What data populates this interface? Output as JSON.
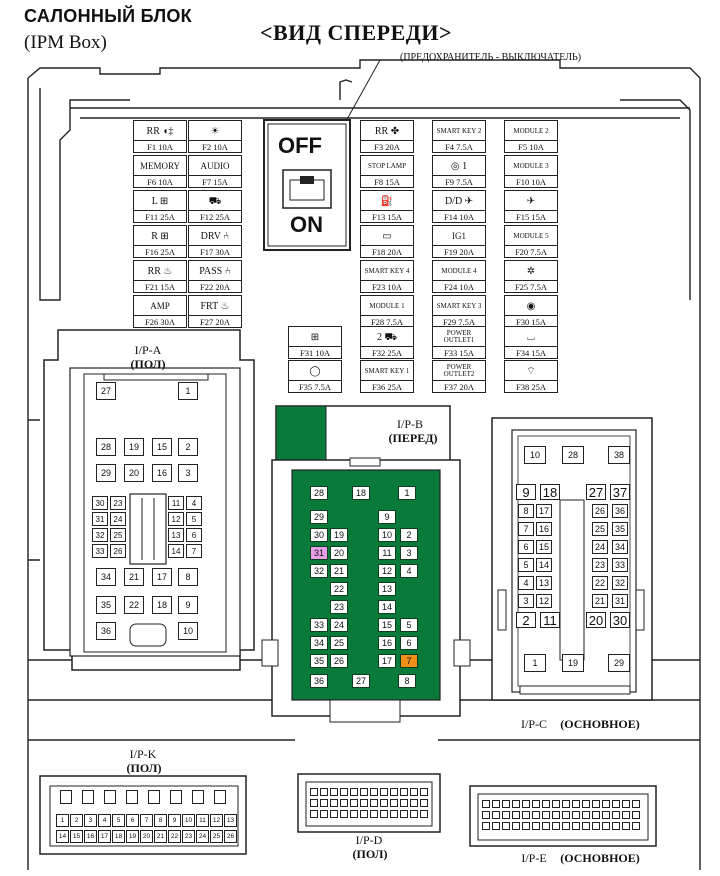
{
  "header": {
    "title_ru": "САЛОННЫЙ БЛОК",
    "title_en": "(IPM Box)",
    "front_view": "<ВИД СПЕРЕДИ>",
    "switch_callout": "(ПРЕДОХРАНИТЕЛЬ - ВЫКЛЮЧАТЕЛЬ)"
  },
  "switch": {
    "off": "OFF",
    "on": "ON"
  },
  "fuses": [
    {
      "id": "F1",
      "label": "F1 10A",
      "top": "RR ◖‡",
      "icon": "fog-lamp-icon"
    },
    {
      "id": "F2",
      "label": "F2 10A",
      "top": "☀",
      "icon": "room-lamp-icon"
    },
    {
      "id": "F3",
      "label": "F3 20A",
      "top": "RR ✤",
      "icon": "fan-icon"
    },
    {
      "id": "F4",
      "label": "F4 7.5A",
      "top": "SMART KEY 2"
    },
    {
      "id": "F5",
      "label": "F5 10A",
      "top": "MODULE 2"
    },
    {
      "id": "F6",
      "label": "F6 10A",
      "top": "MEMORY"
    },
    {
      "id": "F7",
      "label": "F7 15A",
      "top": "AUDIO"
    },
    {
      "id": "F8",
      "label": "F8 15A",
      "top": "STOP LAMP"
    },
    {
      "id": "F9",
      "label": "F9 7.5A",
      "top": "◎ 1",
      "icon": "steering-icon"
    },
    {
      "id": "F10",
      "label": "F10 10A",
      "top": "MODULE 3"
    },
    {
      "id": "F11",
      "label": "F11 25A",
      "top": "L ⊞",
      "icon": "door-lock-icon"
    },
    {
      "id": "F12",
      "label": "F12 25A",
      "top": "⛟",
      "icon": "car-icon"
    },
    {
      "id": "F13",
      "label": "F13 15A",
      "top": "⛽",
      "icon": "fuel-icon"
    },
    {
      "id": "F14",
      "label": "F14 10A",
      "top": "D/D ✈",
      "icon": "airbag-icon"
    },
    {
      "id": "F15",
      "label": "F15 15A",
      "top": "✈",
      "icon": "airbag-icon"
    },
    {
      "id": "F16",
      "label": "F16 25A",
      "top": "R ⊞",
      "icon": "door-lock-icon"
    },
    {
      "id": "F17",
      "label": "F17 30A",
      "top": "DRV ⑃",
      "icon": "seat-icon"
    },
    {
      "id": "F18",
      "label": "F18 20A",
      "top": "▭",
      "icon": "trunk-icon"
    },
    {
      "id": "F19",
      "label": "F19 20A",
      "top": "IG1"
    },
    {
      "id": "F20",
      "label": "F20 7.5A",
      "top": "MODULE 5"
    },
    {
      "id": "F21",
      "label": "F21 15A",
      "top": "RR ♨",
      "icon": "heated-seat-icon"
    },
    {
      "id": "F22",
      "label": "F22 20A",
      "top": "PASS ⑃",
      "icon": "seat-icon"
    },
    {
      "id": "F23",
      "label": "F23 10A",
      "top": "SMART KEY 4"
    },
    {
      "id": "F24",
      "label": "F24 10A",
      "top": "MODULE 4"
    },
    {
      "id": "F25",
      "label": "F25 7.5A",
      "top": "✲",
      "icon": "sunroof-icon"
    },
    {
      "id": "F26",
      "label": "F26 30A",
      "top": "AMP"
    },
    {
      "id": "F27",
      "label": "F27 20A",
      "top": "FRT ♨",
      "icon": "heated-seat-icon"
    },
    {
      "id": "F28",
      "label": "F28 7.5A",
      "top": "MODULE 1"
    },
    {
      "id": "F29",
      "label": "F29 7.5A",
      "top": "SMART KEY 3"
    },
    {
      "id": "F30",
      "label": "F30 15A",
      "top": "◉",
      "icon": "heated-wheel-icon"
    },
    {
      "id": "F31",
      "label": "F31 10A",
      "top": "⊞",
      "icon": "rear-defog-icon"
    },
    {
      "id": "F32",
      "label": "F32 25A",
      "top": "2 ⛟",
      "icon": "car-icon"
    },
    {
      "id": "F33",
      "label": "F33 15A",
      "top": "POWER OUTLET1"
    },
    {
      "id": "F34",
      "label": "F34 15A",
      "top": "⌴",
      "icon": "mirror-icon"
    },
    {
      "id": "F35",
      "label": "F35 7.5A",
      "top": "◯",
      "icon": "horn-icon"
    },
    {
      "id": "F36",
      "label": "F36 25A",
      "top": "SMART KEY 1"
    },
    {
      "id": "F37",
      "label": "F37 20A",
      "top": "POWER OUTLET2"
    },
    {
      "id": "F38",
      "label": "F38 25A",
      "top": "⌔",
      "icon": "wiper-icon"
    }
  ],
  "connectors": {
    "ipa": {
      "name": "I/P-A",
      "sub": "(ПОЛ)",
      "pins": [
        "27",
        "1",
        "28",
        "19",
        "15",
        "2",
        "29",
        "20",
        "16",
        "3",
        "30",
        "23",
        "11",
        "4",
        "31",
        "24",
        "12",
        "5",
        "32",
        "25",
        "13",
        "6",
        "33",
        "26",
        "14",
        "7",
        "34",
        "21",
        "17",
        "8",
        "35",
        "22",
        "18",
        "9",
        "36",
        "10"
      ]
    },
    "ipb": {
      "name": "I/P-B",
      "sub": "(ПЕРЕД)",
      "pins": [
        "28",
        "18",
        "1",
        "29",
        "9",
        "30",
        "19",
        "10",
        "2",
        "31",
        "20",
        "11",
        "3",
        "32",
        "21",
        "12",
        "4",
        "22",
        "13",
        "23",
        "14",
        "33",
        "24",
        "15",
        "5",
        "34",
        "25",
        "16",
        "6",
        "35",
        "26",
        "17",
        "7",
        "36",
        "27",
        "8"
      ]
    },
    "ipc": {
      "name": "I/P-C",
      "sub": "(ОСНОВНОЕ)",
      "pins": [
        "10",
        "28",
        "38",
        "9",
        "18",
        "27",
        "37",
        "8",
        "17",
        "26",
        "36",
        "7",
        "16",
        "25",
        "35",
        "6",
        "15",
        "24",
        "34",
        "5",
        "14",
        "23",
        "33",
        "4",
        "13",
        "22",
        "32",
        "3",
        "12",
        "21",
        "31",
        "2",
        "11",
        "20",
        "30",
        "1",
        "19",
        "29"
      ]
    },
    "ipk": {
      "name": "I/P-K",
      "sub": "(ПОЛ)",
      "pins": [
        "1",
        "2",
        "3",
        "4",
        "5",
        "6",
        "7",
        "8",
        "9",
        "10",
        "11",
        "12",
        "13",
        "14",
        "15",
        "16",
        "17",
        "18",
        "19",
        "20",
        "21",
        "22",
        "23",
        "24",
        "25",
        "26"
      ]
    },
    "ipd": {
      "name": "I/P-D",
      "sub": "(ПОЛ)"
    },
    "ipe": {
      "name": "I/P-E",
      "sub": "(ОСНОВНОЕ)"
    }
  },
  "colors": {
    "green": "#0a7a3a",
    "pink": "#e8a0e8",
    "orange": "#f0901a"
  }
}
